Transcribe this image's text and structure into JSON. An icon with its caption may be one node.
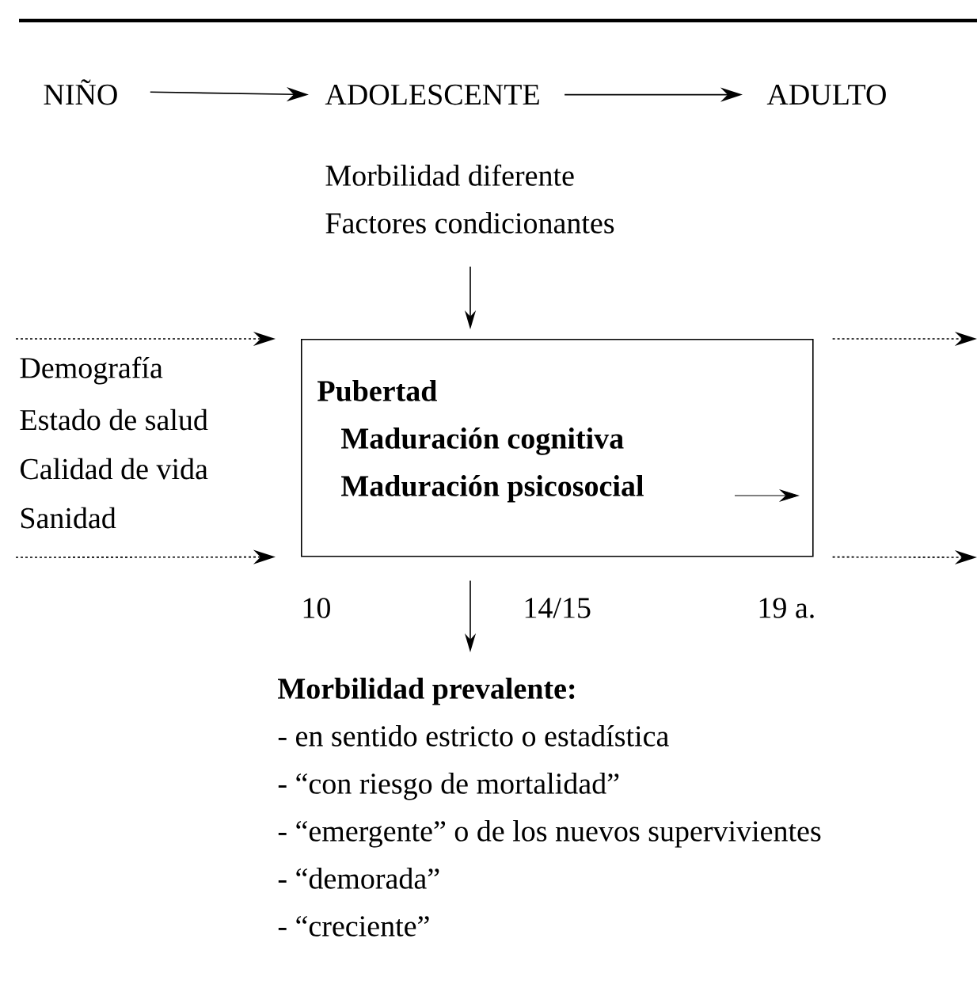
{
  "diagram": {
    "nodes": [
      {
        "text": [
          "NIÑO"
        ]
      },
      {
        "text": [
          "ADOLESCENTE"
        ]
      },
      {
        "text": [
          "ADULTO"
        ]
      },
      {
        "text": [
          "Morbilidad diferente",
          "Factores condicionantes"
        ]
      },
      {
        "text": [
          "Pubertad",
          "Maduración cognitiva",
          "Maduración psicosocial"
        ]
      },
      {
        "text": [
          "Morbilidad prevalente:",
          "- en sentido estricto o estadística",
          "- “con riesgo de mortalidad”",
          "- “emergente” o de los nuevos supervivientes",
          "- “demorada”",
          "- “creciente”"
        ]
      }
    ],
    "edges": [
      {
        "from": 0,
        "to": 1,
        "arrow": "to"
      },
      {
        "from": 1,
        "to": 2,
        "arrow": "to"
      },
      {
        "from": 3,
        "to": 4,
        "arrow": "to"
      },
      {
        "from": 4,
        "to": 5,
        "arrow": "to"
      },
      {
        "from": null,
        "to": 4,
        "arrow": "to",
        "style": "dashed"
      },
      {
        "from": null,
        "to": 4,
        "arrow": "to",
        "style": "dashed"
      },
      {
        "from": 4,
        "to": null,
        "arrow": "to",
        "style": "dashed"
      },
      {
        "from": 4,
        "to": null,
        "arrow": "to",
        "style": "dashed"
      }
    ],
    "labels": [
      "Demografía",
      "Estado de salud",
      "Calidad de vida",
      "Sanidad",
      "10",
      "14/15",
      "19 a."
    ]
  }
}
